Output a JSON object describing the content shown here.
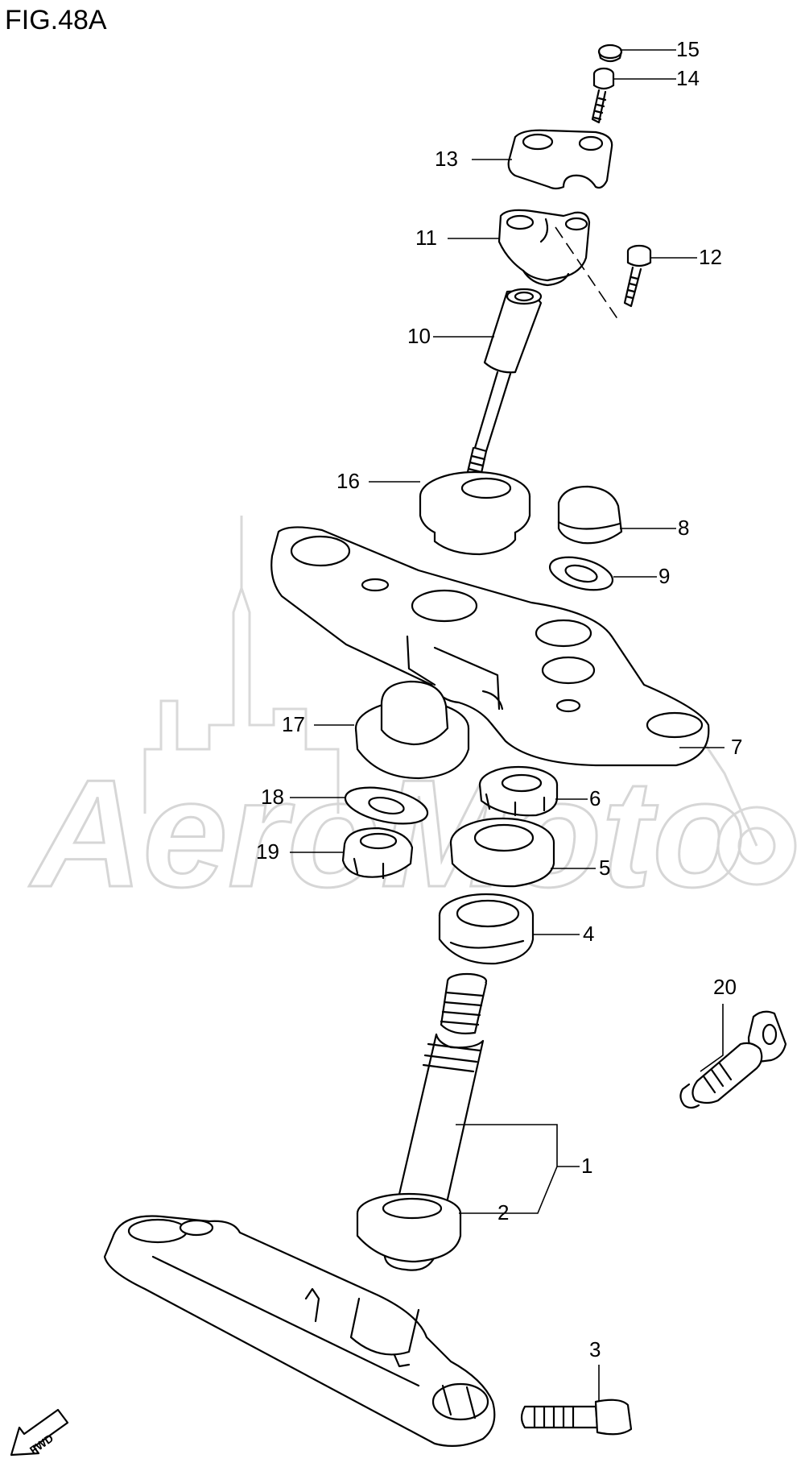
{
  "figure": {
    "title": "FIG.48A"
  },
  "watermark": {
    "text": "AeroMoto"
  },
  "fwd_label": "FWD",
  "callouts": [
    {
      "id": "c1",
      "label": "1"
    },
    {
      "id": "c2",
      "label": "2"
    },
    {
      "id": "c3",
      "label": "3"
    },
    {
      "id": "c4",
      "label": "4"
    },
    {
      "id": "c5",
      "label": "5"
    },
    {
      "id": "c6",
      "label": "6"
    },
    {
      "id": "c7",
      "label": "7"
    },
    {
      "id": "c8",
      "label": "8"
    },
    {
      "id": "c9",
      "label": "9"
    },
    {
      "id": "c10",
      "label": "10"
    },
    {
      "id": "c11",
      "label": "11"
    },
    {
      "id": "c12",
      "label": "12"
    },
    {
      "id": "c13",
      "label": "13"
    },
    {
      "id": "c14",
      "label": "14"
    },
    {
      "id": "c15",
      "label": "15"
    },
    {
      "id": "c16",
      "label": "16"
    },
    {
      "id": "c17",
      "label": "17"
    },
    {
      "id": "c18",
      "label": "18"
    },
    {
      "id": "c19",
      "label": "19"
    },
    {
      "id": "c20",
      "label": "20"
    }
  ]
}
